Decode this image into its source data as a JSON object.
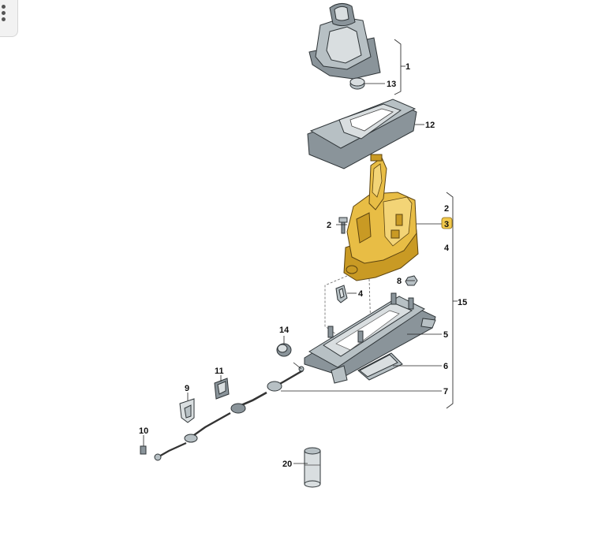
{
  "callouts": {
    "c1": "1",
    "c13": "13",
    "c12": "12",
    "c2a": "2",
    "c2b": "2",
    "c3": "3",
    "c4a": "4",
    "c4b": "4",
    "c8": "8",
    "c15": "15",
    "c14": "14",
    "c5": "5",
    "c6": "6",
    "c7": "7",
    "c11": "11",
    "c9": "9",
    "c10": "10",
    "c20": "20"
  },
  "highlight_color": "#f2c94c",
  "part_color": "#e8bd45"
}
